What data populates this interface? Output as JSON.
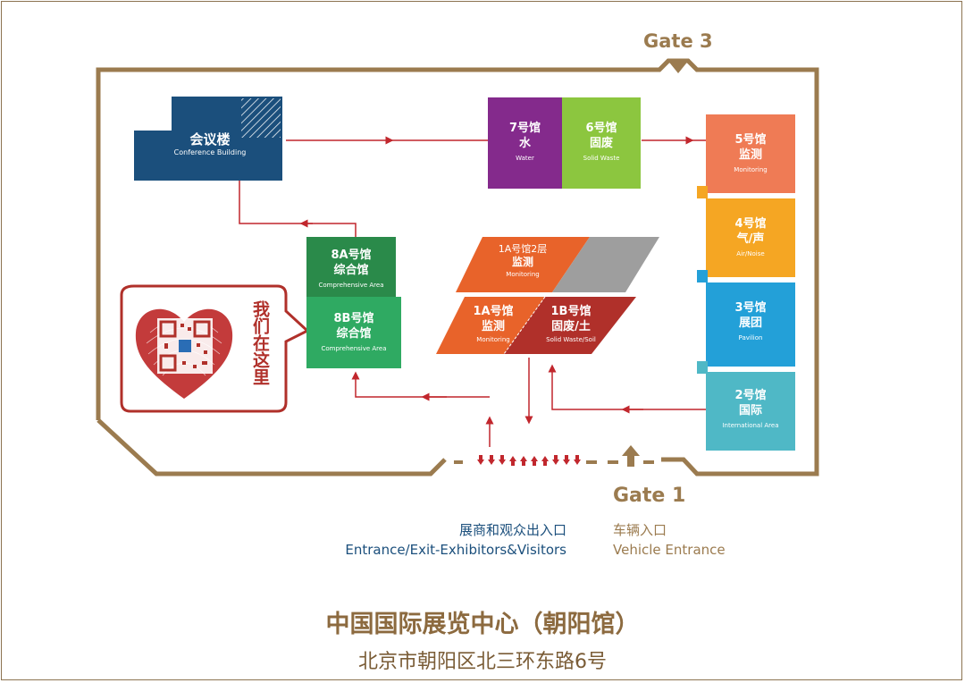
{
  "gates": {
    "gate3": "Gate 3",
    "gate1": "Gate 1"
  },
  "conference": {
    "cn": "会议楼",
    "en": "Conference Building"
  },
  "hall7": {
    "cn1": "7号馆",
    "cn2": "水",
    "en": "Water"
  },
  "hall6": {
    "cn1": "6号馆",
    "cn2": "固废",
    "en": "Solid Waste"
  },
  "hall5": {
    "cn1": "5号馆",
    "cn2": "监测",
    "en": "Monitoring"
  },
  "hall4": {
    "cn1": "4号馆",
    "cn2": "气/声",
    "en": "Air/Noise"
  },
  "hall3": {
    "cn1": "3号馆",
    "cn2": "展团",
    "en": "Pavilion"
  },
  "hall2": {
    "cn1": "2号馆",
    "cn2": "国际",
    "en": "International Area"
  },
  "hall8a": {
    "cn1": "8A号馆",
    "cn2": "综合馆",
    "en": "Comprehensive Area"
  },
  "hall8b": {
    "cn1": "8B号馆",
    "cn2": "综合馆",
    "en": "Comprehensive Area"
  },
  "hall1a2": {
    "cn1": "1A号馆2层",
    "cn2": "监测",
    "en": "Monitoring"
  },
  "hall1a": {
    "cn1": "1A号馆",
    "cn2": "监测",
    "en": "Monitoring"
  },
  "hall1b": {
    "cn1": "1B号馆",
    "cn2": "固废/土",
    "en": "Solid Waste/Soil"
  },
  "here_marker": "我们在这里",
  "legend": {
    "visitor_cn": "展商和观众出入口",
    "visitor_en": "Entrance/Exit-Exhibitors&Visitors",
    "vehicle_cn": "车辆入口",
    "vehicle_en": "Vehicle Entrance"
  },
  "venue": {
    "name": "中国国际展览中心（朝阳馆）",
    "address": "北京市朝阳区北三环东路6号"
  },
  "colors": {
    "border": "#9b7b4f",
    "arrow": "#c1272d",
    "conference": "#1b4f7c",
    "hall7": "#842a8c",
    "hall6": "#8cc63f",
    "hall5": "#ef7b55",
    "hall4": "#f5a623",
    "hall3": "#23a0d8",
    "hall2": "#4fb8c6",
    "hall8a": "#2a8a4a",
    "hall8b": "#2faa62",
    "hall1a": "#e8632a",
    "hall1b": "#b0302a"
  }
}
